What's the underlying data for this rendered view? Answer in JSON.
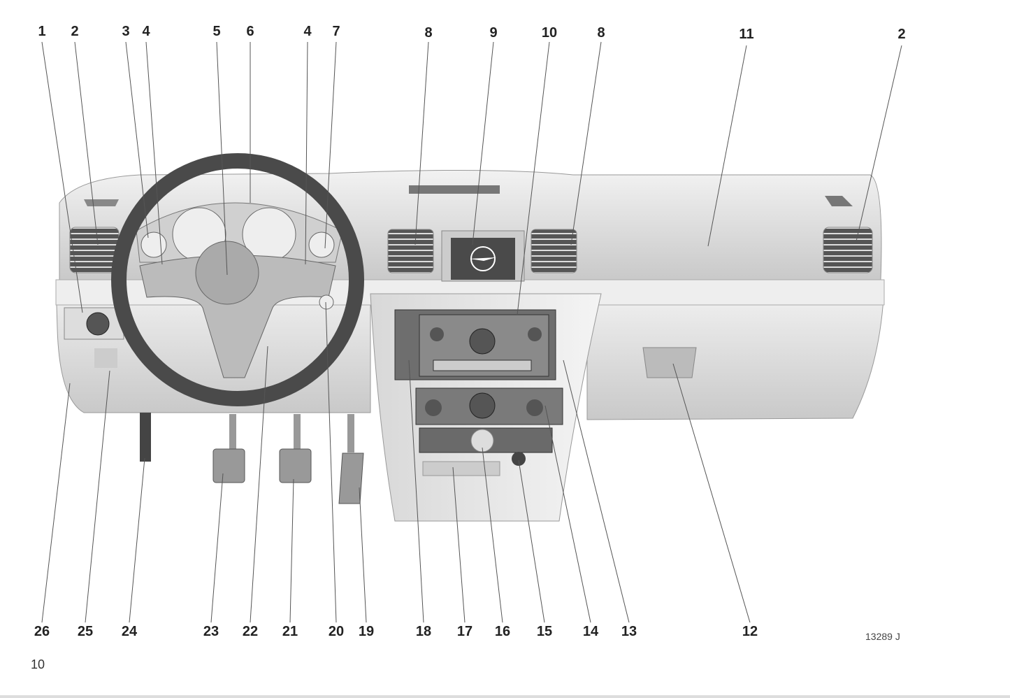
{
  "top_labels": [
    "1",
    "2",
    "3",
    "4",
    "5",
    "6",
    "4",
    "7",
    "8",
    "9",
    "10",
    "8",
    "11",
    "2"
  ],
  "bottom_labels": [
    "26",
    "25",
    "24",
    "23",
    "22",
    "21",
    "20",
    "19",
    "18",
    "17",
    "16",
    "15",
    "14",
    "13",
    "12"
  ],
  "figure_code": "13289 J",
  "page_number": "10",
  "colors": {
    "dash": "#e6e6e6",
    "dark": "#5a5a5a",
    "line": "#555555"
  }
}
